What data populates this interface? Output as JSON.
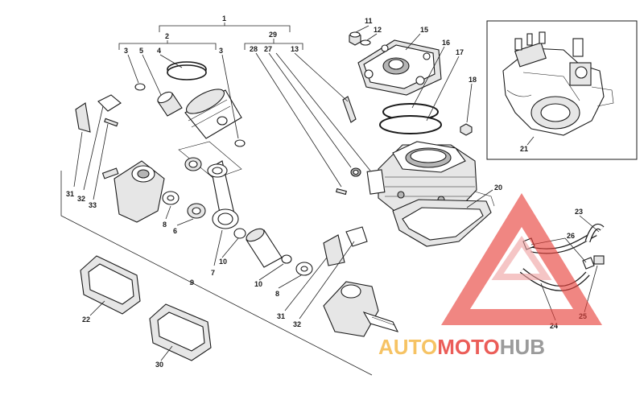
{
  "callouts": {
    "c1": "1",
    "c2": "2",
    "c3a": "3",
    "c3b": "3",
    "c4": "4",
    "c5": "5",
    "c6": "6",
    "c7": "7",
    "c8a": "8",
    "c8b": "8",
    "c9": "9",
    "c10a": "10",
    "c10b": "10",
    "c11": "11",
    "c12": "12",
    "c13": "13",
    "c15": "15",
    "c16": "16",
    "c17": "17",
    "c18": "18",
    "c20": "20",
    "c21": "21",
    "c22": "22",
    "c23": "23",
    "c24": "24",
    "c25": "25",
    "c26": "26",
    "c27": "27",
    "c28": "28",
    "c29": "29",
    "c30": "30",
    "c31a": "31",
    "c31b": "31",
    "c32a": "32",
    "c32b": "32",
    "c33": "33"
  },
  "watermark": {
    "part1": "AUTO",
    "part2": "MOTO",
    "part3": "HUB",
    "colors": {
      "orange": "#f5b94a",
      "red": "#e8413c",
      "gray": "#8a8a8a"
    }
  }
}
